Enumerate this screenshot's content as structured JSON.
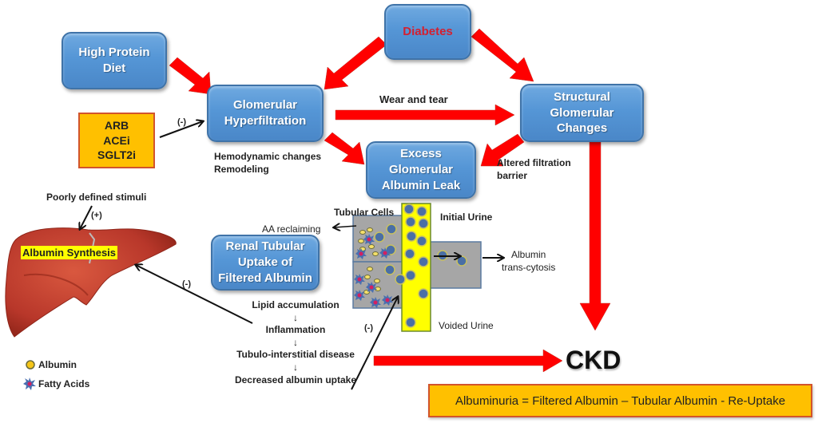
{
  "boxes": {
    "diabetes": "Diabetes",
    "high_protein_diet": "High Protein\nDiet",
    "glomerular_hyperfiltration": "Glomerular\nHyperfiltration",
    "structural_glomerular_changes": "Structural\nGlomerular\nChanges",
    "excess_albumin_leak": "Excess\nGlomerular\nAlbumin Leak",
    "renal_tubular_uptake": "Renal Tubular\nUptake of\nFiltered Albumin"
  },
  "drugs": "ARB\nACEi\nSGLT2i",
  "labels": {
    "wear_and_tear": "Wear and tear",
    "hemodynamic": "Hemodynamic changes\nRemodeling",
    "altered_barrier": "Altered filtration\nbarrier",
    "poorly_defined": "Poorly defined stimuli",
    "plus_sign": "(+)",
    "minus_sign": "(-)",
    "albumin_synthesis": "Albumin Synthesis",
    "tubular_cells": "Tubular Cells",
    "initial_urine": "Initial Urine",
    "aa_reclaiming": "AA reclaiming",
    "albumin_transcytosis": "Albumin\ntrans-cytosis",
    "voided_urine": "Voided Urine",
    "ckd": "CKD"
  },
  "chain": [
    "Lipid accumulation",
    "↓",
    "Inflammation",
    "↓",
    "Tubulo-interstitial disease",
    "↓",
    "Decreased albumin uptake"
  ],
  "legend": [
    {
      "label": "Albumin",
      "icon": "albumin-circle-icon"
    },
    {
      "label": "Fatty Acids",
      "icon": "fatty-acid-star-icon"
    }
  ],
  "formula": "Albuminuria = Filtered Albumin – Tubular Albumin - Re-Uptake",
  "colors": {
    "box_blue": "#5596d6",
    "arrow_red": "#ff0000",
    "drug_orange": "#ffc000",
    "urine_yellow": "#ffff00",
    "cell_gray": "#a6a6a6",
    "liver_red": "#c0392b",
    "diabetes_text": "#d42030"
  }
}
